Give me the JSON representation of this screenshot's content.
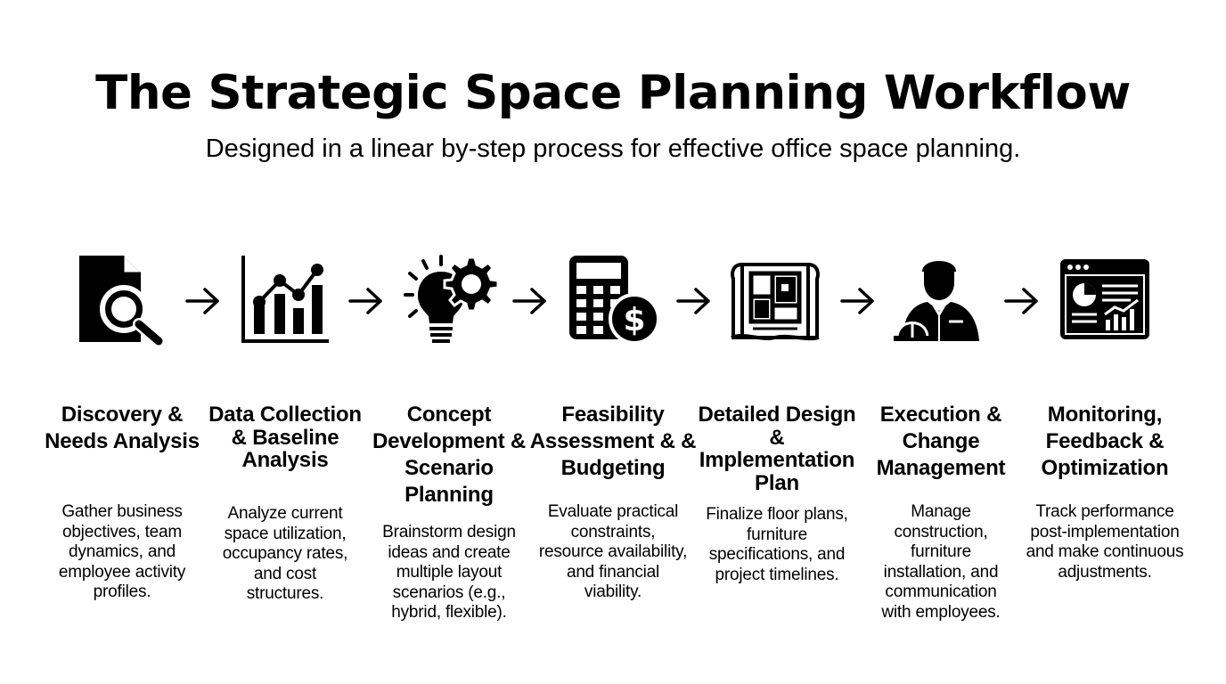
{
  "title": "The Strategic Space Planning Workflow",
  "subtitle": "Designed in a linear by-step process for effective office space planning.",
  "steps": [
    {
      "title": "Discovery & Needs Analysis",
      "description": "Gather business objectives, team dynamics, and employee activity profiles.",
      "icon": "document-search-icon"
    },
    {
      "title": "Data Collection & Baseline Analysis",
      "description": "Analyze current space utilization, occupancy rates, and cost structures.",
      "icon": "bar-line-chart-icon"
    },
    {
      "title": "Concept Development & Scenario Planning",
      "description": "Brainstorm design ideas and create multiple layout scenarios (e.g., hybrid, flexible).",
      "icon": "lightbulb-gear-icon"
    },
    {
      "title": "Feasibility Assessment & & Budgeting",
      "description": "Evaluate practical constraints, resource availability, and financial viability.",
      "icon": "calculator-dollar-icon"
    },
    {
      "title": "Detailed Design & Implementation Plan",
      "description": "Finalize floor plans, furniture specifications, and project timelines.",
      "icon": "blueprint-icon"
    },
    {
      "title": "Execution & Change Management",
      "description": "Manage construction, furniture installation, and communication with employees.",
      "icon": "worker-hardhat-icon"
    },
    {
      "title": "Monitoring, Feedback & Optimization",
      "description": "Track performance post-implementation and make continuous adjustments.",
      "icon": "dashboard-analytics-icon"
    }
  ],
  "arrow_icon": "arrow-right-icon"
}
